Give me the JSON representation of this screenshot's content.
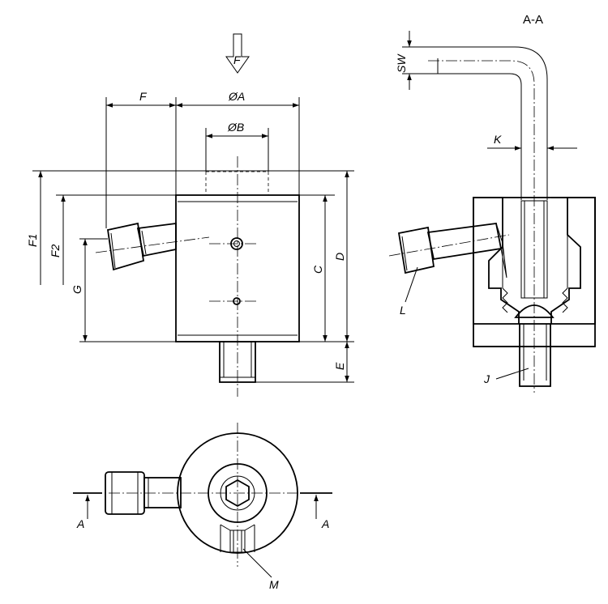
{
  "section_title": "A-A",
  "labels": {
    "force": "F",
    "F": "F",
    "A": "ØA",
    "B": "ØB",
    "F1": "F1",
    "F2": "F2",
    "G": "G",
    "C": "C",
    "D": "D",
    "E": "E",
    "SW": "SW",
    "K": "K",
    "L": "L",
    "J": "J",
    "M": "M",
    "section_left": "A",
    "section_right": "A"
  }
}
